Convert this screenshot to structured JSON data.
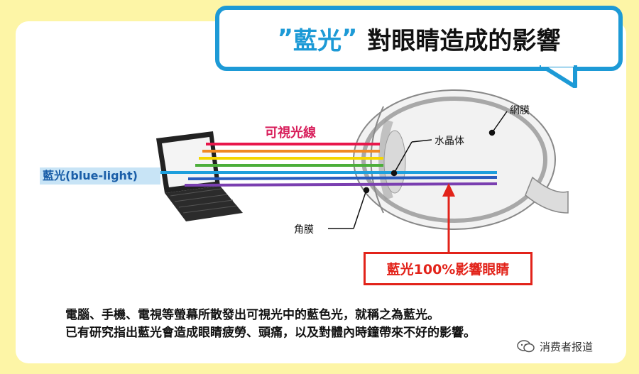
{
  "title": {
    "open_quote": "”",
    "keyword": "藍光",
    "close_quote": "”",
    "rest": "對眼睛造成的影響"
  },
  "labels": {
    "visible_light": "可視光線",
    "blue_light": "藍光(blue-light)",
    "retina": "網膜",
    "lens": "水晶体",
    "cornea": "角膜",
    "callout": "藍光100%影響眼睛"
  },
  "description": {
    "line1": "電腦、手機、電視等螢幕所散發出可視光中的藍色光，就稱之為藍光。",
    "line2": "已有研究指出藍光會造成眼睛疲勞、頭痛，以及對體內時鐘帶來不好的影響。"
  },
  "watermark": {
    "text": "消费者报道",
    "icon": "wechat-icon"
  },
  "colors": {
    "background": "#fdf5a6",
    "accent_blue": "#1d9ad6",
    "alert_red": "#e2231a",
    "visible_label": "#d81e5b",
    "spectrum": [
      "#e8174b",
      "#f08a24",
      "#f5d600",
      "#4cae3a",
      "#1e9fdc",
      "#2a5bbd",
      "#7a3fb0"
    ]
  }
}
